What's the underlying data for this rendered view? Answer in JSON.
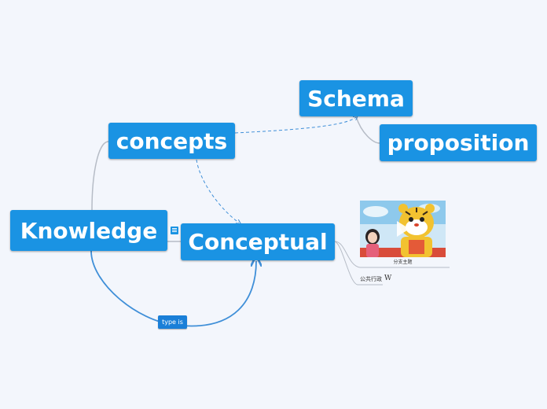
{
  "map": {
    "root": {
      "label": "Knowledge"
    },
    "concepts": {
      "label": "concepts"
    },
    "schema": {
      "label": "Schema"
    },
    "proposition": {
      "label": "proposition"
    },
    "conceptual": {
      "label": "Conceptual"
    },
    "relation_label": "type is",
    "attachments": {
      "video_caption": "分支主题",
      "link_label": "公共行政",
      "link_icon": "wikipedia-icon"
    }
  },
  "colors": {
    "background": "#f3f6fc",
    "node": "#1a93e3",
    "relation_line": "#3f8fd8",
    "branch_line": "#b6bcc6"
  }
}
